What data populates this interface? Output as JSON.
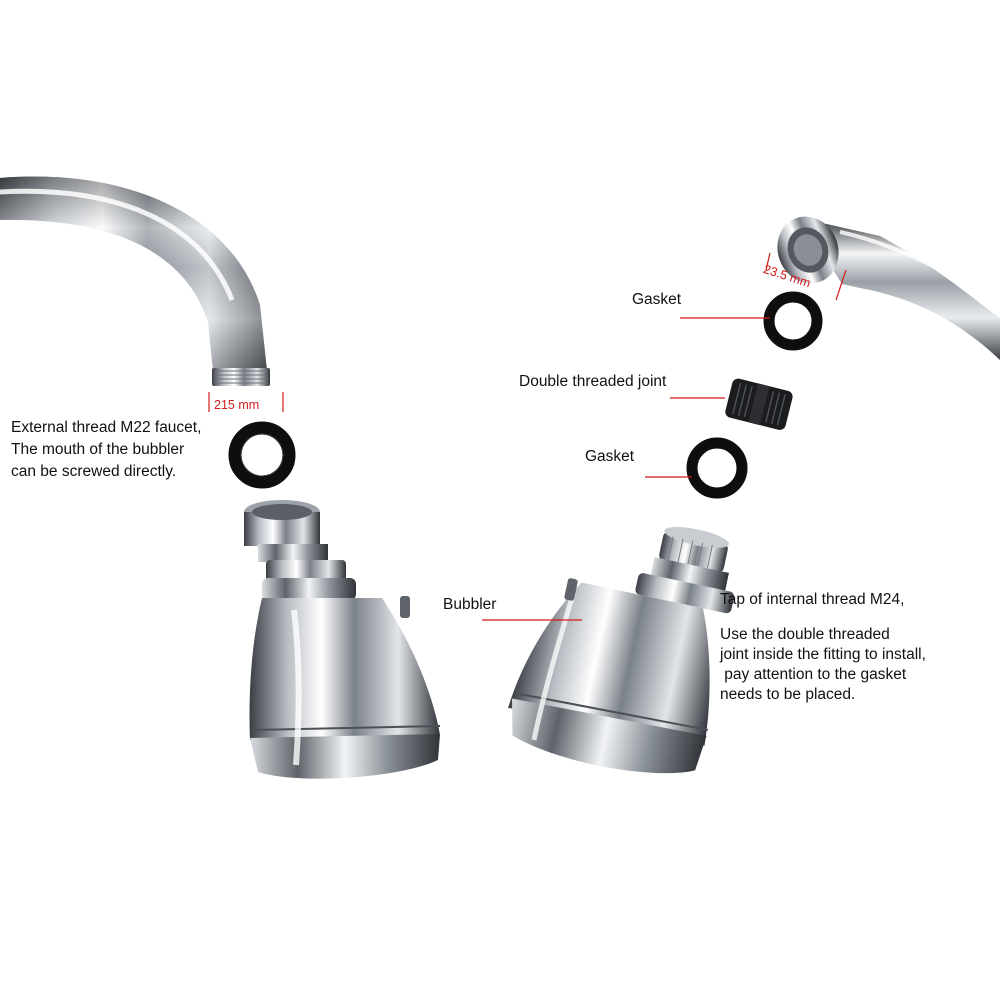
{
  "left": {
    "dimension": "215 mm",
    "note_lines": [
      "External thread M22 faucet,",
      "The mouth of the bubbler",
      "can be screwed directly."
    ]
  },
  "right": {
    "dimension": "23.5 mm",
    "gasket_top": "Gasket",
    "joint": "Double threaded joint",
    "gasket_bottom": "Gasket",
    "bubbler": "Bubbler",
    "tap_line": "Tap of internal thread M24,",
    "install_lines": [
      "Use the double threaded",
      "joint inside the fitting to install,",
      " pay attention to the gasket",
      "needs to be placed."
    ]
  },
  "colors": {
    "leader_line": "#d21a1a",
    "chrome_dark": "#3a3d42",
    "gasket": "#0e0e0e"
  }
}
